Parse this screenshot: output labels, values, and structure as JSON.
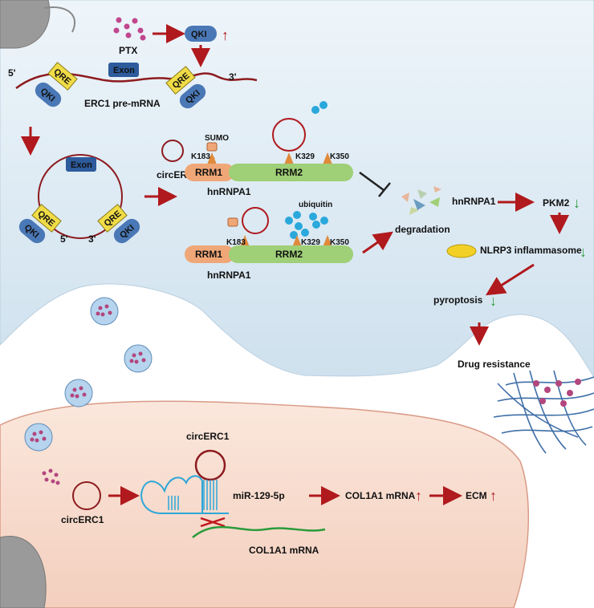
{
  "labels": {
    "ptx": "PTX",
    "qki": "QKI",
    "qre": "QRE",
    "exon": "Exon",
    "five_prime": "5'",
    "three_prime": "3'",
    "pre_mrna": "ERC1 pre-mRNA",
    "circerc1": "circERC1",
    "sumo": "SUMO",
    "ubiquitin": "ubiquitin",
    "rrm1": "RRM1",
    "rrm2": "RRM2",
    "k183": "K183",
    "k329": "K329",
    "k350": "K350",
    "hnrnpa1": "hnRNPA1",
    "degradation": "degradation",
    "pkm2": "PKM2",
    "nlrp3": "NLRP3 inflammasome",
    "pyroptosis": "pyroptosis",
    "drug_resistance": "Drug resistance",
    "mir": "miR-129-5p",
    "col1a1_mrna": "COL1A1 mRNA",
    "ecm": "ECM"
  },
  "colors": {
    "cell_bg": "#e3eef6",
    "fibro_bg": "#f7ddd0",
    "arrow": "#b0191d",
    "down_arrow": "#2a9b3b",
    "rrm1": "#f0a777",
    "rrm2": "#9fcf76",
    "qki": "#4a78b6",
    "qre": "#f0dc46",
    "exon": "#2d5b9c"
  }
}
